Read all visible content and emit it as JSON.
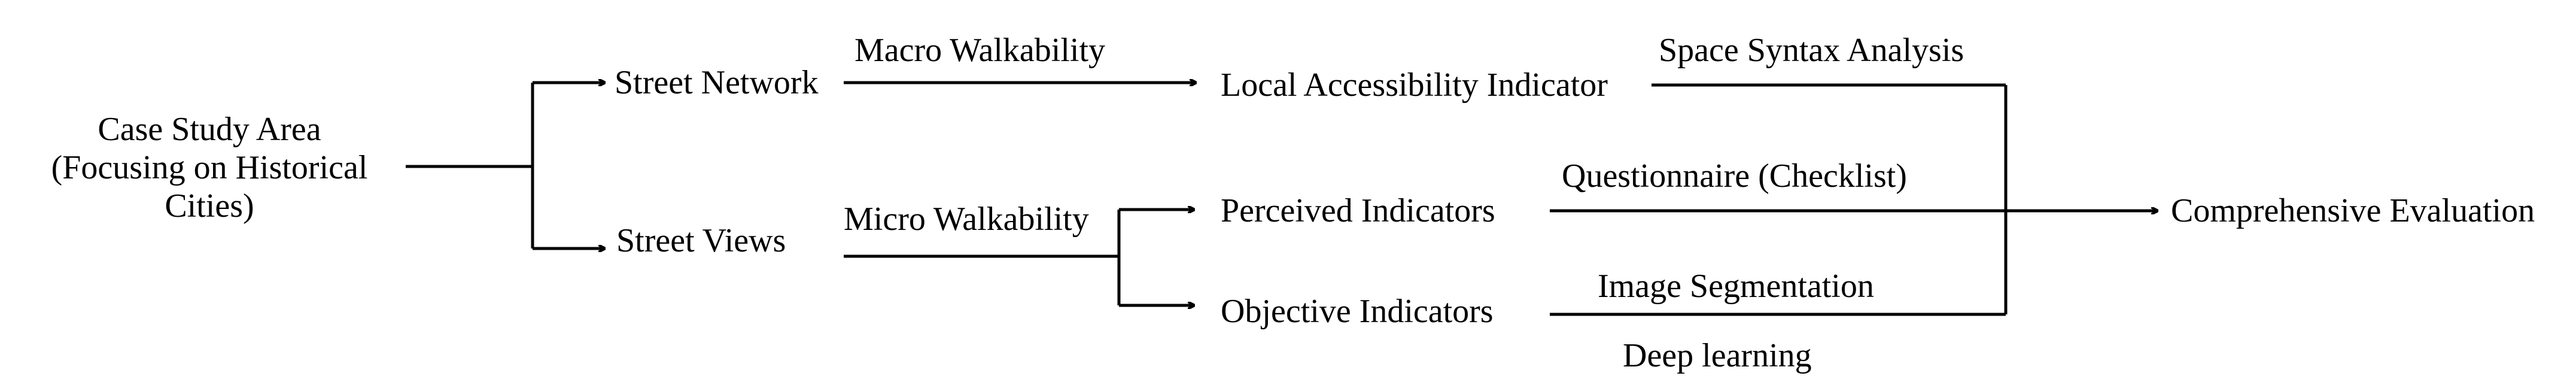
{
  "diagram": {
    "case_study": {
      "line1": "Case Study Area",
      "line2": "(Focusing on Historical",
      "line3": "Cities)"
    },
    "nodes": {
      "street_network": "Street Network",
      "street_views": "Street Views",
      "local_accessibility": "Local Accessibility Indicator",
      "perceived_indicators": "Perceived Indicators",
      "objective_indicators": "Objective Indicators",
      "comprehensive_evaluation": "Comprehensive Evaluation"
    },
    "edge_labels": {
      "macro_walkability": "Macro Walkability",
      "micro_walkability": "Micro Walkability",
      "space_syntax": "Space Syntax Analysis",
      "questionnaire": "Questionnaire (Checklist)",
      "image_segmentation": "Image Segmentation",
      "deep_learning": "Deep learning"
    },
    "colors": {
      "line": "#000000",
      "text": "#000000",
      "background": "#ffffff"
    }
  }
}
